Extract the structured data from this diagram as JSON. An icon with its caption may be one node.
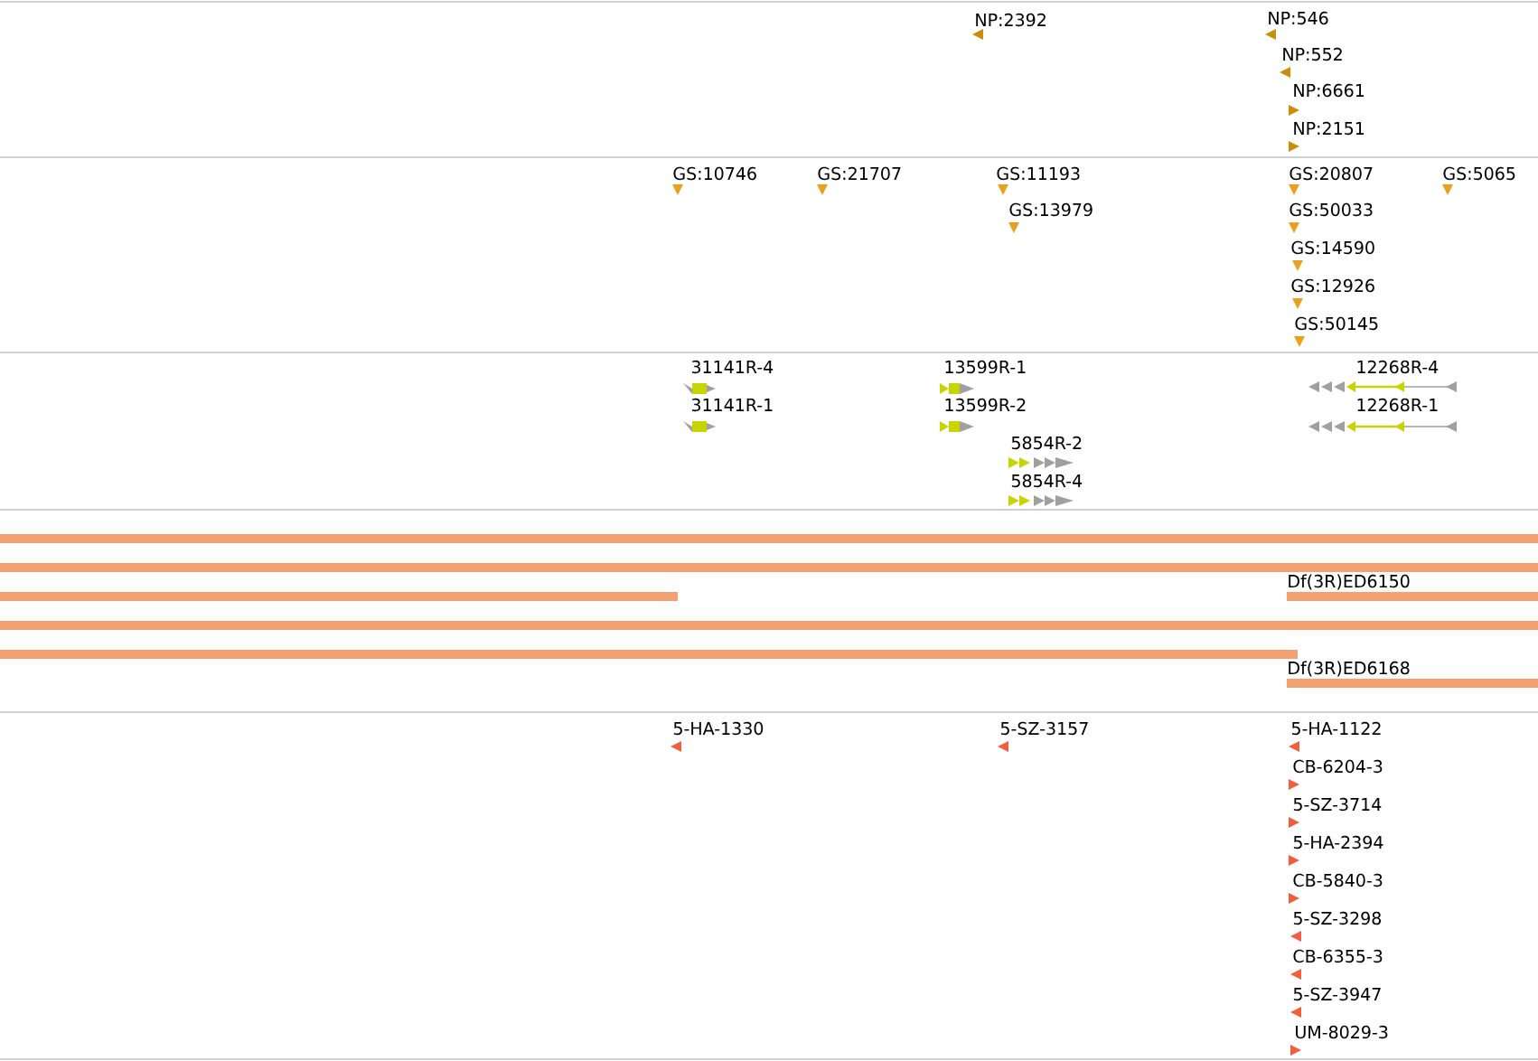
{
  "diagram": {
    "labels": [
      "NP:2392",
      "NP:546",
      "NP:552",
      "NP:6661",
      "NP:2151",
      "GS:10746",
      "GS:21707",
      "GS:11193",
      "GS:20807",
      "GS:5065",
      "GS:13979",
      "GS:50033",
      "GS:14590",
      "GS:12926",
      "GS:50145",
      "31141R-4",
      "13599R-1",
      "12268R-4",
      "31141R-1",
      "13599R-2",
      "12268R-1",
      "5854R-2",
      "5854R-4",
      "Df(3R)ED6150",
      "Df(3R)ED6168",
      "5-HA-1330",
      "5-SZ-3157",
      "5-HA-1122",
      "CB-6204-3",
      "5-SZ-3714",
      "5-HA-2394",
      "CB-5840-3",
      "5-SZ-3298",
      "CB-6355-3",
      "5-SZ-3947",
      "UM-8029-3"
    ]
  }
}
